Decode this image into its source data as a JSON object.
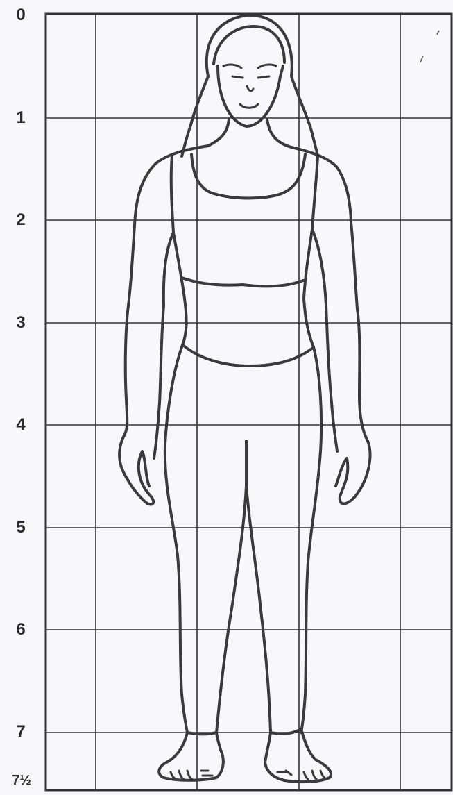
{
  "scale": {
    "labels": [
      "0",
      "1",
      "2",
      "3",
      "4",
      "5",
      "6",
      "7",
      "7½"
    ]
  },
  "figure": {
    "description_icon": "standing-female-figure-outline"
  },
  "colors": {
    "line": "#3a3a3a",
    "grid": "#333333",
    "background": "#f8f8fa"
  }
}
